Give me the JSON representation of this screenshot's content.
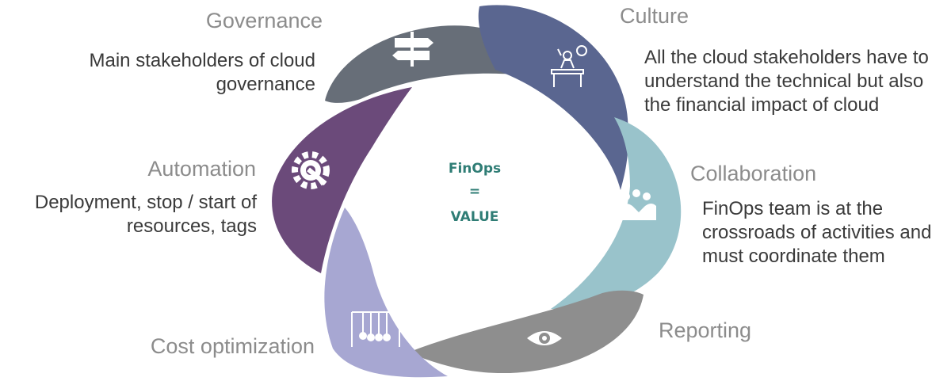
{
  "center": {
    "line1": "FinOps",
    "line2": "=",
    "line3": "VALUE"
  },
  "segments": [
    {
      "title": "Governance",
      "description": "Main stakeholders of cloud governance",
      "color": "#676e78",
      "icon": "signpost-icon"
    },
    {
      "title": "Culture",
      "description": "All the cloud stakeholders have to understand the technical but also the financial impact of cloud",
      "color": "#5a6690",
      "icon": "teacher-desk-icon"
    },
    {
      "title": "Collaboration",
      "description": "FinOps team is at the crossroads of activities and must coordinate them",
      "color": "#99c3cb",
      "icon": "people-handshake-icon"
    },
    {
      "title": "Reporting",
      "description": "",
      "color": "#8e8e8e",
      "icon": "eye-icon"
    },
    {
      "title": "Cost optimization",
      "description": "",
      "color": "#a7a7d2",
      "icon": "newtons-cradle-icon"
    },
    {
      "title": "Automation",
      "description": "Deployment, stop / start of resources, tags",
      "color": "#6b4a7a",
      "icon": "gear-wrench-icon"
    }
  ]
}
